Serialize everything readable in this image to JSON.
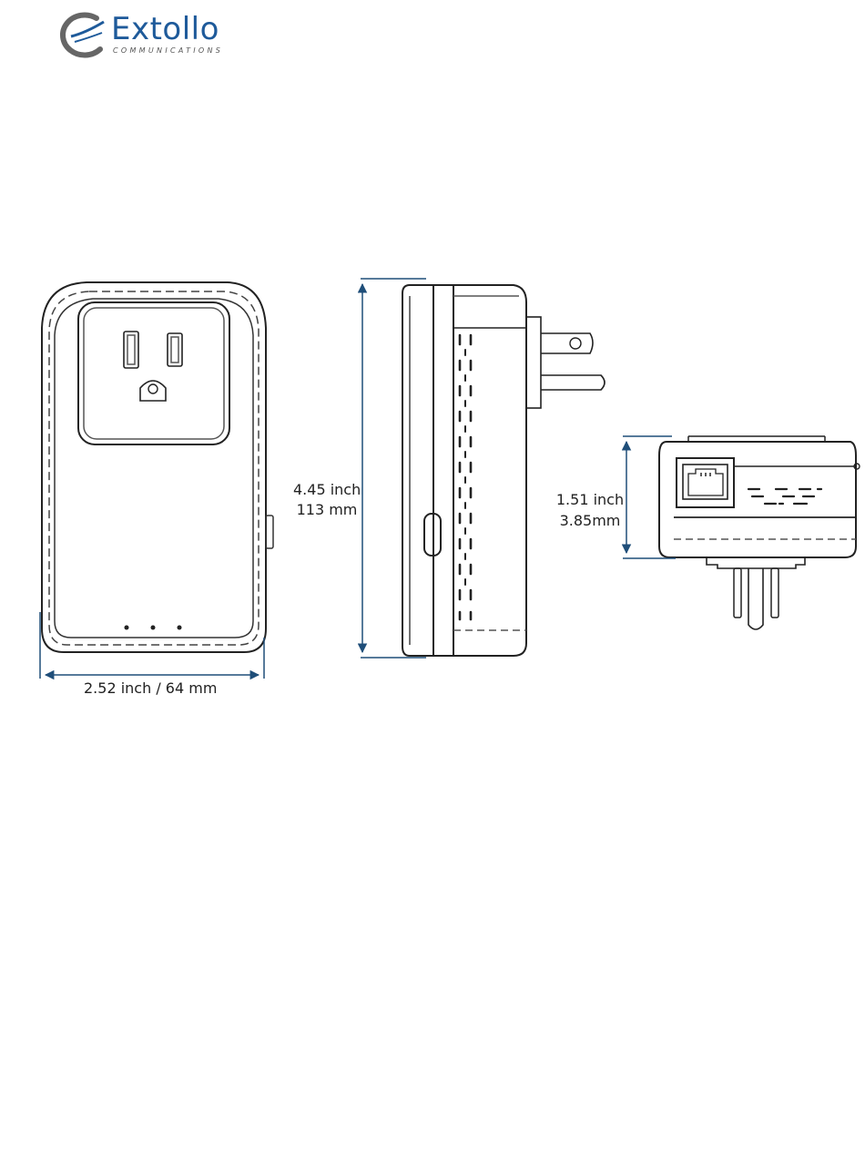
{
  "logo": {
    "brand": "Extollo",
    "tagline": "COMMUNICATIONS"
  },
  "dimensions": {
    "width": "2.52 inch / 64 mm",
    "height_inch": "4.45 inch",
    "height_mm": "113 mm",
    "depth_inch": "1.51 inch",
    "depth_mm": "3.85mm"
  },
  "colors": {
    "brand": "#1e5a9a",
    "dimension_line": "#1f4e79",
    "outline": "#222222"
  }
}
